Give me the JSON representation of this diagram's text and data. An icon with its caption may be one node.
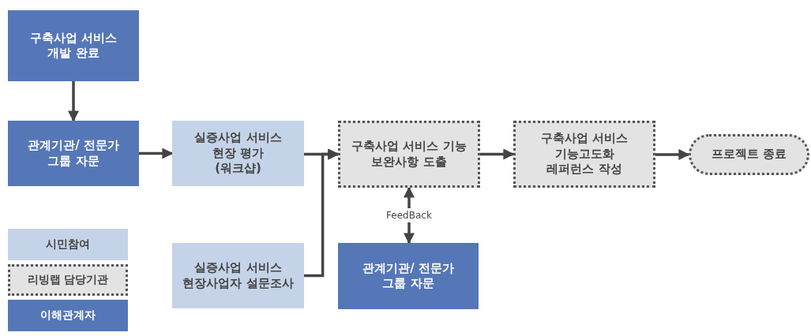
{
  "diagram": {
    "nodes": [
      {
        "text": [
          "구축사업 서비스 개발 완료"
        ]
      },
      {
        "text": [
          "관계기관/ 전문가 그룹 자문"
        ]
      },
      {
        "text": [
          "실증사업 서비스 현장 평가 (워크샵)"
        ]
      },
      {
        "text": [
          "실증사업 서비스 현장사업자 설문조사"
        ]
      },
      {
        "text": [
          "구축사업 서비스 기능 보완사항 도출"
        ]
      },
      {
        "text": [
          "구축사업 서비스 기능고도화 레퍼런스 작성"
        ]
      },
      {
        "text": [
          "프로젝트 종료"
        ]
      },
      {
        "text": [
          "관계기관/ 전문가 그룹 자문"
        ]
      }
    ],
    "edges": [
      {
        "from": 0,
        "to": 1,
        "arrow": "to"
      },
      {
        "from": 1,
        "to": 2,
        "arrow": "to"
      },
      {
        "from": 2,
        "to": 4,
        "arrow": "to"
      },
      {
        "from": 3,
        "to": 4,
        "arrow": "to"
      },
      {
        "from": 4,
        "to": 5,
        "arrow": "to"
      },
      {
        "from": 5,
        "to": 6,
        "arrow": "to"
      },
      {
        "from": 4,
        "to": 7,
        "arrow": "both",
        "label": "FeedBack"
      }
    ],
    "legend": [
      {
        "text": "시민참여",
        "color": "#c5d3e8"
      },
      {
        "text": "리빙랩 담당기관",
        "color": "#e3e3e3"
      },
      {
        "text": "이해관계자",
        "color": "#5577b8"
      }
    ]
  }
}
